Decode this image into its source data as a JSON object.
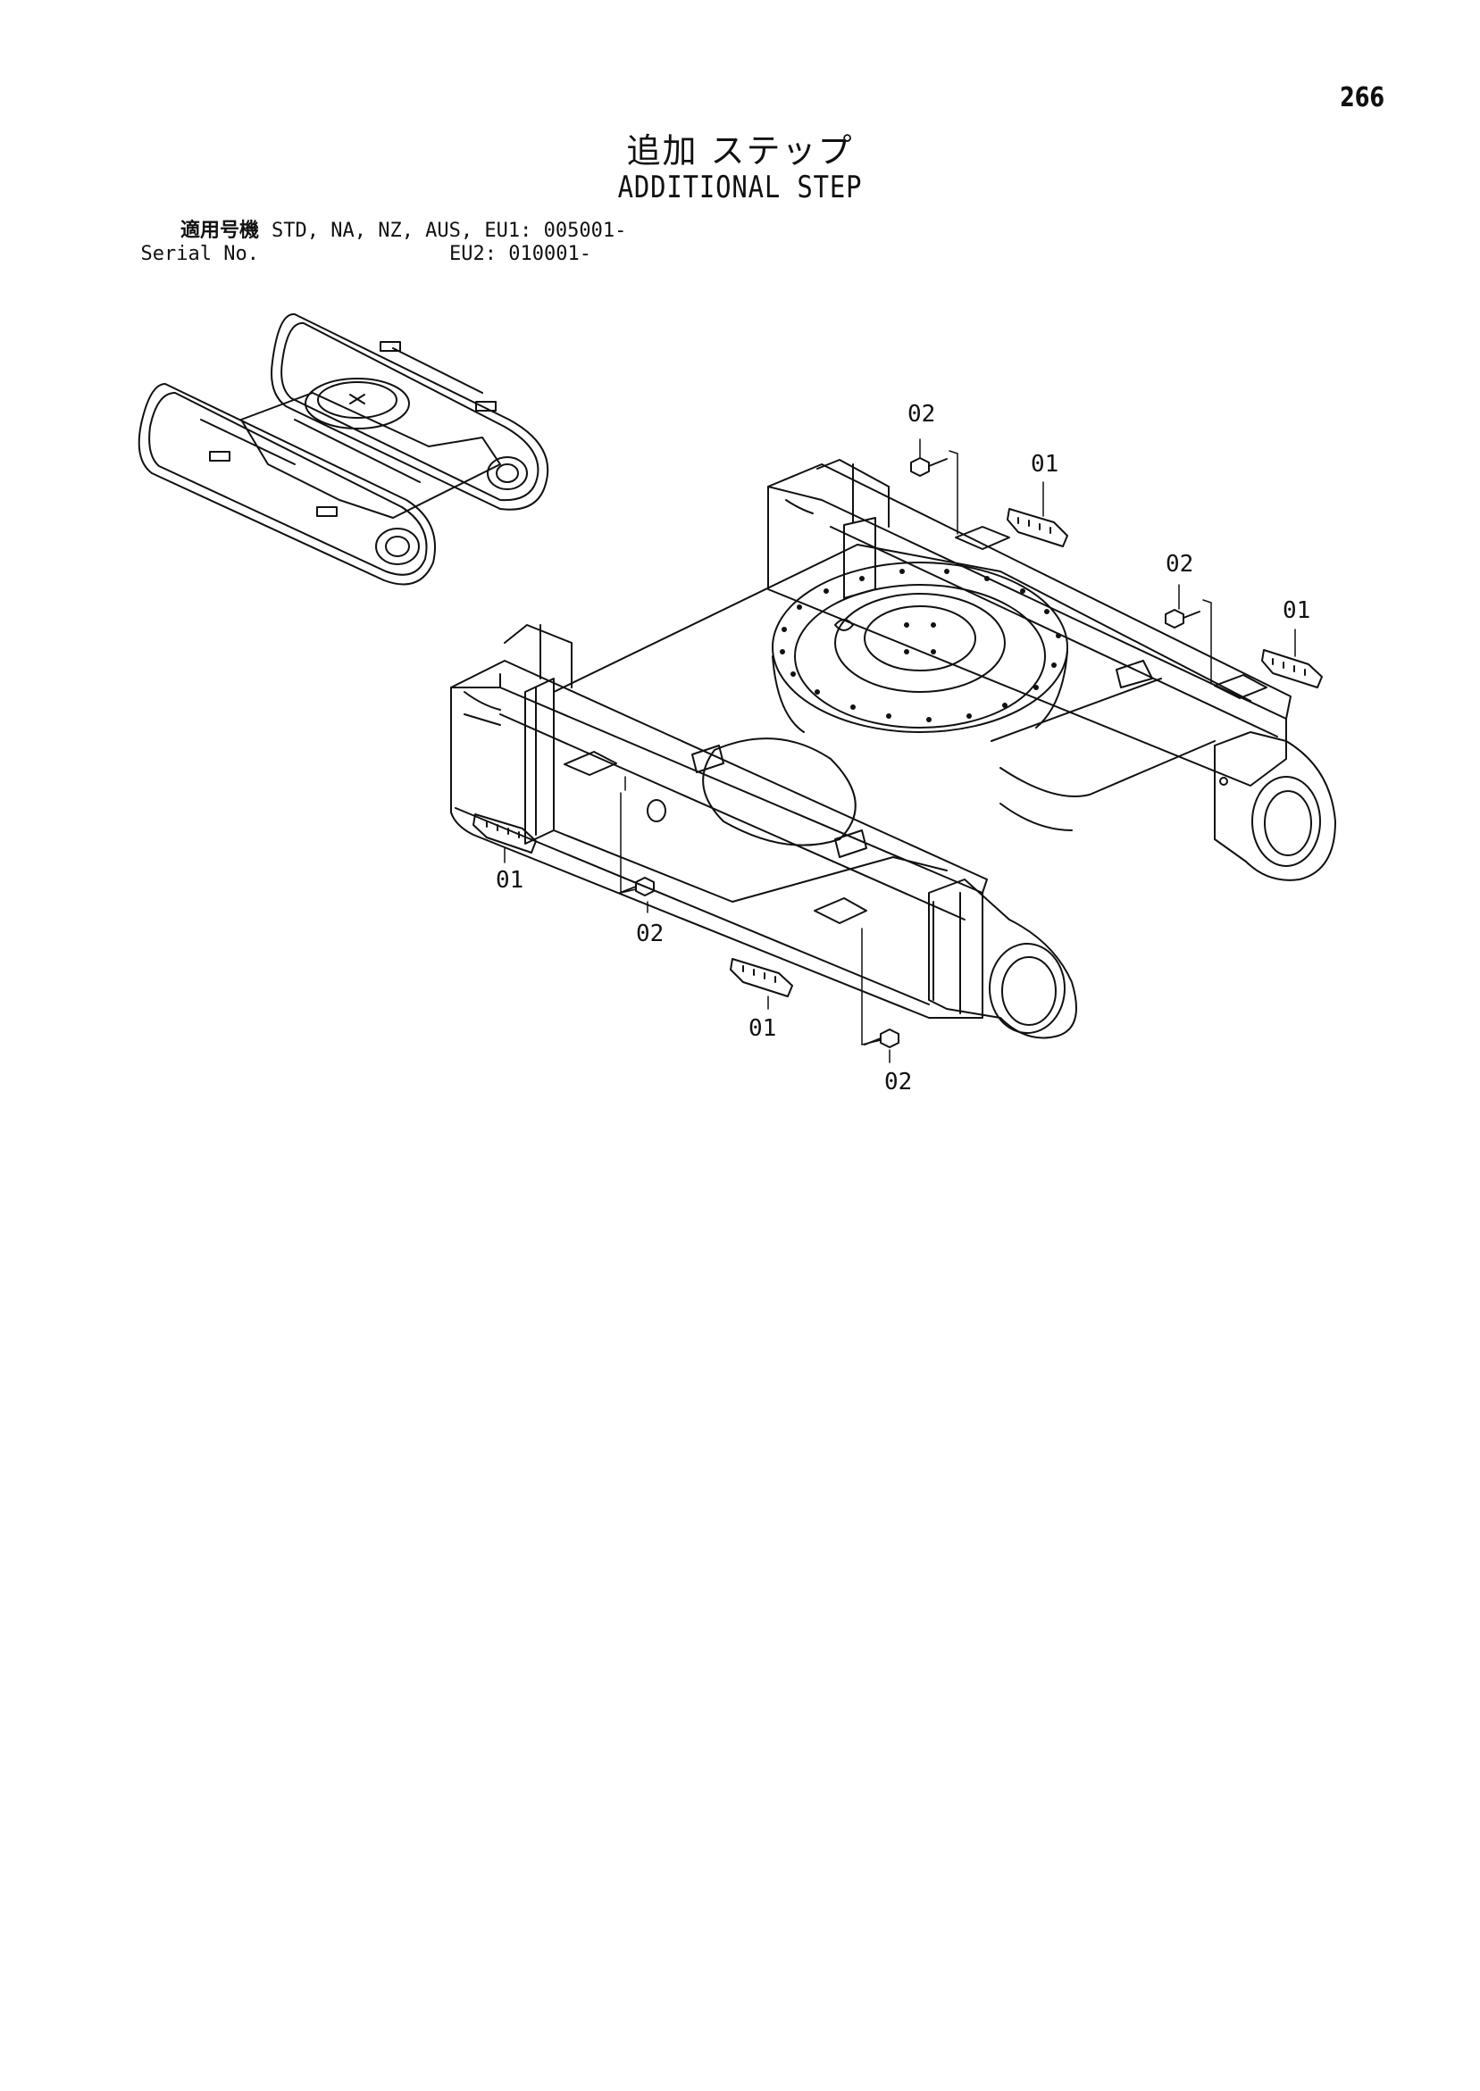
{
  "page_number": "266",
  "title": {
    "japanese": "追加 ステップ",
    "english": "ADDITIONAL STEP"
  },
  "serial": {
    "label_ja": "適用号機",
    "label_en": "Serial No.",
    "line1_value": "STD, NA, NZ, AUS, EU1: 005001-",
    "line2_value": "EU2: 010001-"
  },
  "callouts": {
    "c1": "02",
    "c2": "01",
    "c3": "02",
    "c4": "01",
    "c5": "01",
    "c6": "02",
    "c7": "01",
    "c8": "02"
  }
}
